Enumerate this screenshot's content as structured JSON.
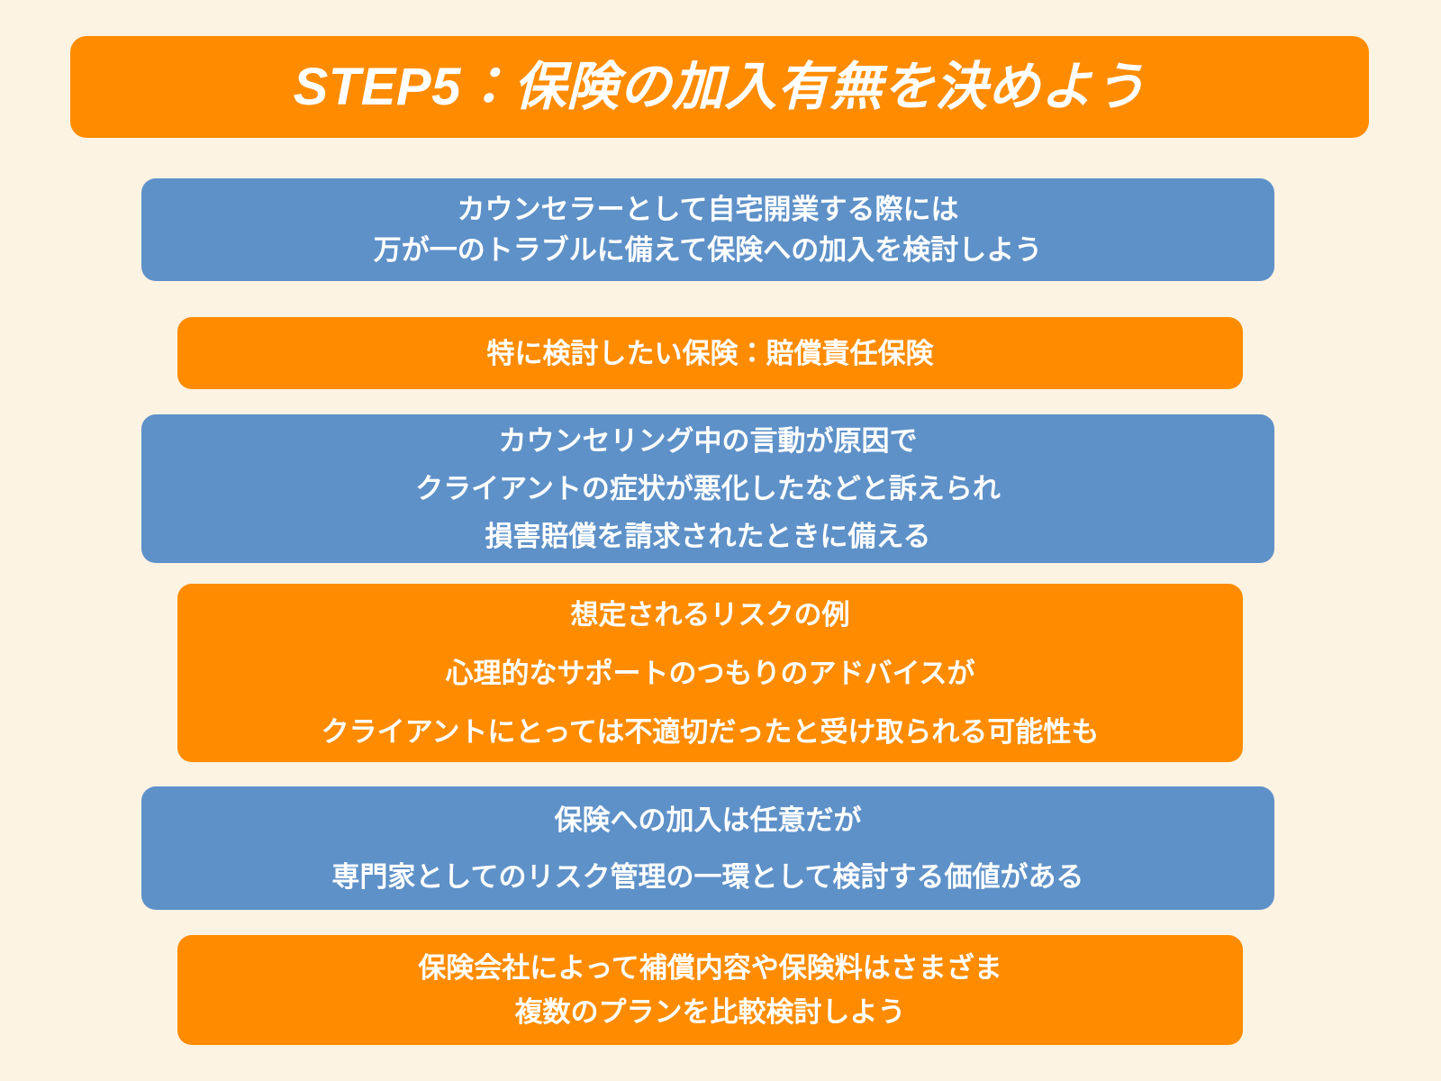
{
  "slide": {
    "background_color": "#FDF3E3",
    "accent_orange": "#FF8C00",
    "accent_blue": "#5E91C8",
    "text_color": "#FFFFFF"
  },
  "title": {
    "text": "STEP5：保険の加入有無を決めよう"
  },
  "blocks": [
    {
      "id": "block-1",
      "color": "blue",
      "lines": [
        "カウンセラーとして自宅開業する際には",
        "万が一のトラブルに備えて保険への加入を検討しよう"
      ]
    },
    {
      "id": "block-2",
      "color": "orange",
      "lines": [
        "特に検討したい保険：賠償責任保険"
      ]
    },
    {
      "id": "block-3",
      "color": "blue",
      "lines": [
        "カウンセリング中の言動が原因で",
        "クライアントの症状が悪化したなどと訴えられ",
        "損害賠償を請求されたときに備える"
      ]
    },
    {
      "id": "block-4",
      "color": "orange",
      "lines": [
        "想定されるリスクの例",
        "心理的なサポートのつもりのアドバイスが",
        "クライアントにとっては不適切だったと受け取られる可能性も"
      ]
    },
    {
      "id": "block-5",
      "color": "blue",
      "lines": [
        "保険への加入は任意だが",
        "専門家としてのリスク管理の一環として検討する価値がある"
      ]
    },
    {
      "id": "block-6",
      "color": "orange",
      "lines": [
        "保険会社によって補償内容や保険料はさまざま",
        "複数のプランを比較検討しよう"
      ]
    }
  ]
}
